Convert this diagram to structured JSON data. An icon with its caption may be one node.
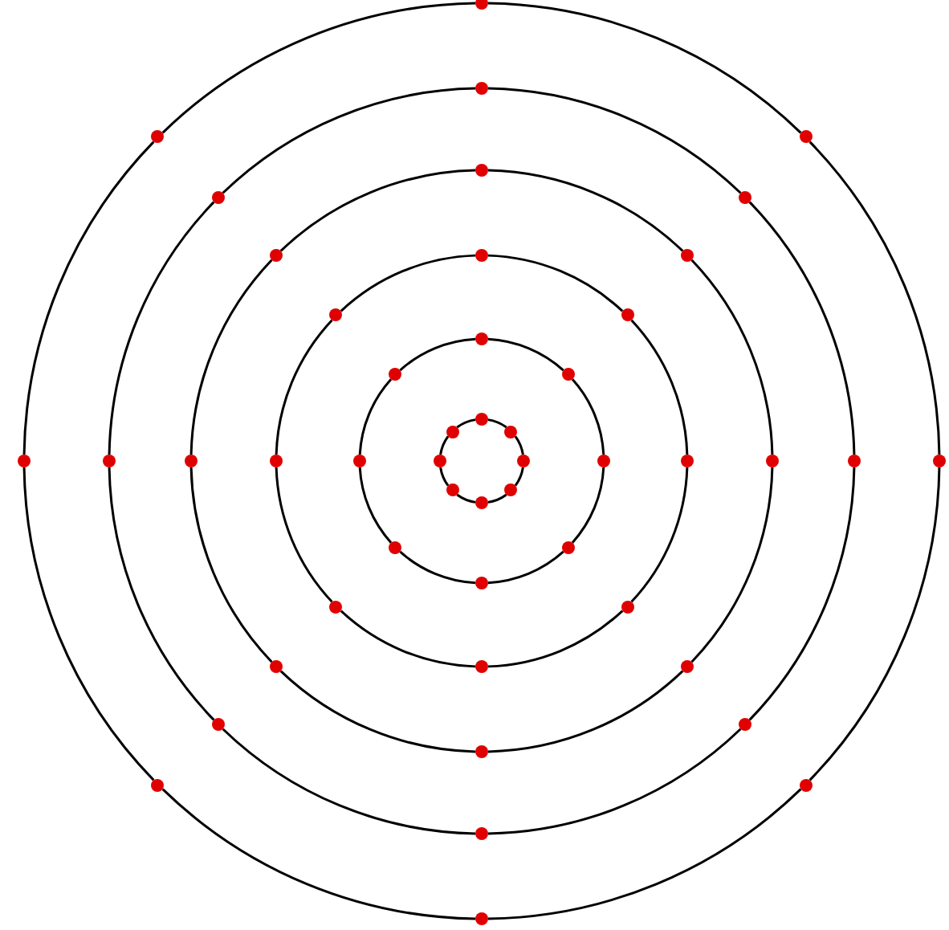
{
  "diagram": {
    "nodes": [
      {
        "text": [],
        "shape": "circle"
      },
      {
        "text": [],
        "shape": "circle"
      },
      {
        "text": [],
        "shape": "circle"
      },
      {
        "text": [],
        "shape": "circle"
      },
      {
        "text": [],
        "shape": "circle"
      },
      {
        "text": [],
        "shape": "circle"
      },
      {
        "text": [],
        "shape": "circle"
      },
      {
        "text": [],
        "shape": "circle"
      },
      {
        "text": [],
        "shape": "circle"
      },
      {
        "text": [],
        "shape": "circle"
      },
      {
        "text": [],
        "shape": "circle"
      },
      {
        "text": [],
        "shape": "circle"
      },
      {
        "text": [],
        "shape": "circle"
      },
      {
        "text": [],
        "shape": "circle"
      },
      {
        "text": [],
        "shape": "circle"
      },
      {
        "text": [],
        "shape": "circle"
      },
      {
        "text": [],
        "shape": "circle"
      },
      {
        "text": [],
        "shape": "circle"
      },
      {
        "text": [],
        "shape": "circle"
      },
      {
        "text": [],
        "shape": "circle"
      },
      {
        "text": [],
        "shape": "circle"
      },
      {
        "text": [],
        "shape": "circle"
      },
      {
        "text": [],
        "shape": "circle"
      },
      {
        "text": [],
        "shape": "circle"
      },
      {
        "text": [],
        "shape": "circle"
      },
      {
        "text": [],
        "shape": "circle"
      },
      {
        "text": [],
        "shape": "circle"
      },
      {
        "text": [],
        "shape": "circle"
      },
      {
        "text": [],
        "shape": "circle"
      },
      {
        "text": [],
        "shape": "circle"
      },
      {
        "text": [],
        "shape": "circle"
      },
      {
        "text": [],
        "shape": "circle"
      },
      {
        "text": [],
        "shape": "circle"
      },
      {
        "text": [],
        "shape": "circle"
      },
      {
        "text": [],
        "shape": "circle"
      },
      {
        "text": [],
        "shape": "circle"
      },
      {
        "text": [],
        "shape": "circle"
      },
      {
        "text": [],
        "shape": "circle"
      },
      {
        "text": [],
        "shape": "circle"
      },
      {
        "text": [],
        "shape": "circle"
      },
      {
        "text": [],
        "shape": "circle"
      },
      {
        "text": [],
        "shape": "circle"
      },
      {
        "text": [],
        "shape": "circle"
      },
      {
        "text": [],
        "shape": "circle"
      },
      {
        "text": [],
        "shape": "circle"
      },
      {
        "text": [],
        "shape": "circle"
      },
      {
        "text": [],
        "shape": "circle"
      },
      {
        "text": [],
        "shape": "circle"
      }
    ],
    "edges": [
      {
        "from": 15,
        "to": 17,
        "arrow": "none"
      },
      {
        "from": 17,
        "to": 24,
        "arrow": "none"
      },
      {
        "from": 24,
        "to": 31,
        "arrow": "none"
      },
      {
        "from": 31,
        "to": 32,
        "arrow": "none"
      },
      {
        "from": 32,
        "to": 30,
        "arrow": "none"
      },
      {
        "from": 30,
        "to": 23,
        "arrow": "none"
      },
      {
        "from": 23,
        "to": 16,
        "arrow": "none"
      },
      {
        "from": 16,
        "to": 15,
        "arrow": "none"
      },
      {
        "from": 12,
        "to": 14,
        "arrow": "none"
      },
      {
        "from": 14,
        "to": 25,
        "arrow": "none"
      },
      {
        "from": 25,
        "to": 34,
        "arrow": "none"
      },
      {
        "from": 34,
        "to": 35,
        "arrow": "none"
      },
      {
        "from": 35,
        "to": 33,
        "arrow": "none"
      },
      {
        "from": 33,
        "to": 22,
        "arrow": "none"
      },
      {
        "from": 22,
        "to": 13,
        "arrow": "none"
      },
      {
        "from": 13,
        "to": 12,
        "arrow": "none"
      },
      {
        "from": 8,
        "to": 11,
        "arrow": "none"
      },
      {
        "from": 11,
        "to": 26,
        "arrow": "none"
      },
      {
        "from": 26,
        "to": 37,
        "arrow": "none"
      },
      {
        "from": 37,
        "to": 39,
        "arrow": "none"
      },
      {
        "from": 39,
        "to": 36,
        "arrow": "none"
      },
      {
        "from": 36,
        "to": 21,
        "arrow": "none"
      },
      {
        "from": 21,
        "to": 10,
        "arrow": "none"
      },
      {
        "from": 10,
        "to": 8,
        "arrow": "none"
      },
      {
        "from": 4,
        "to": 9,
        "arrow": "none"
      },
      {
        "from": 9,
        "to": 27,
        "arrow": "none"
      },
      {
        "from": 27,
        "to": 40,
        "arrow": "none"
      },
      {
        "from": 40,
        "to": 43,
        "arrow": "none"
      },
      {
        "from": 43,
        "to": 38,
        "arrow": "none"
      },
      {
        "from": 38,
        "to": 20,
        "arrow": "none"
      },
      {
        "from": 20,
        "to": 7,
        "arrow": "none"
      },
      {
        "from": 7,
        "to": 4,
        "arrow": "none"
      },
      {
        "from": 1,
        "to": 6,
        "arrow": "none"
      },
      {
        "from": 6,
        "to": 28,
        "arrow": "none"
      },
      {
        "from": 28,
        "to": 42,
        "arrow": "none"
      },
      {
        "from": 42,
        "to": 46,
        "arrow": "none"
      },
      {
        "from": 46,
        "to": 41,
        "arrow": "none"
      },
      {
        "from": 41,
        "to": 19,
        "arrow": "none"
      },
      {
        "from": 19,
        "to": 5,
        "arrow": "none"
      },
      {
        "from": 5,
        "to": 1,
        "arrow": "none"
      },
      {
        "from": 0,
        "to": 3,
        "arrow": "none"
      },
      {
        "from": 3,
        "to": 29,
        "arrow": "none"
      },
      {
        "from": 29,
        "to": 45,
        "arrow": "none"
      },
      {
        "from": 45,
        "to": 47,
        "arrow": "none"
      },
      {
        "from": 47,
        "to": 44,
        "arrow": "none"
      },
      {
        "from": 44,
        "to": 18,
        "arrow": "none"
      },
      {
        "from": 18,
        "to": 2,
        "arrow": "none"
      },
      {
        "from": 2,
        "to": 0,
        "arrow": "none"
      }
    ]
  }
}
